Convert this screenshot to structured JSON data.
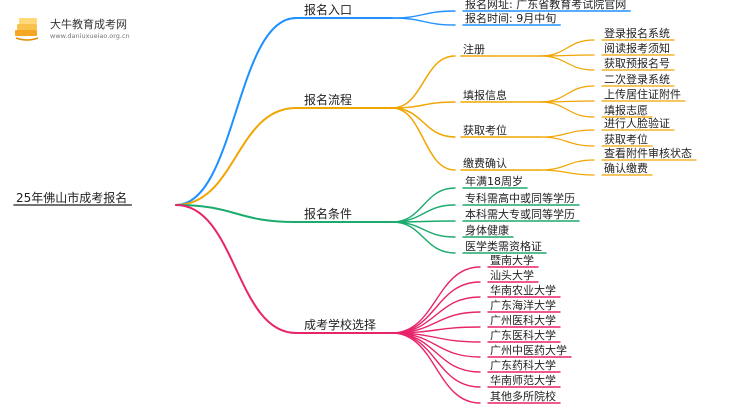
{
  "logo": {
    "title": "大牛教育成考网",
    "url": "www.daniuxueiao.org.cn"
  },
  "root": {
    "label": "25年佛山市成考报名"
  },
  "branches": [
    {
      "label": "报名入口",
      "color": "#1e90ff",
      "children": [
        {
          "label": "报名网址: 广东省教育考试院官网"
        },
        {
          "label": "报名时间: 9月中旬"
        }
      ]
    },
    {
      "label": "报名流程",
      "color": "#f0a500",
      "children": [
        {
          "label": "注册",
          "children": [
            "登录报名系统",
            "阅读报考须知",
            "获取预报名号"
          ]
        },
        {
          "label": "填报信息",
          "children": [
            "二次登录系统",
            "上传居住证附件",
            "填报志愿"
          ]
        },
        {
          "label": "获取考位",
          "children": [
            "进行人脸验证",
            "获取考位"
          ]
        },
        {
          "label": "缴费确认",
          "children": [
            "查看附件审核状态",
            "确认缴费"
          ]
        }
      ]
    },
    {
      "label": "报名条件",
      "color": "#1aab6d",
      "children": [
        {
          "label": "年满18周岁"
        },
        {
          "label": "专科需高中或同等学历"
        },
        {
          "label": "本科需大专或同等学历"
        },
        {
          "label": "身体健康"
        },
        {
          "label": "医学类需资格证"
        }
      ]
    },
    {
      "label": "成考学校选择",
      "color": "#e8246b",
      "children": [
        {
          "label": "暨南大学"
        },
        {
          "label": "汕头大学"
        },
        {
          "label": "华南农业大学"
        },
        {
          "label": "广东海洋大学"
        },
        {
          "label": "广州医科大学"
        },
        {
          "label": "广东医科大学"
        },
        {
          "label": "广州中医药大学"
        },
        {
          "label": "广东药科大学"
        },
        {
          "label": "华南师范大学"
        },
        {
          "label": "其他多所院校"
        }
      ]
    }
  ]
}
